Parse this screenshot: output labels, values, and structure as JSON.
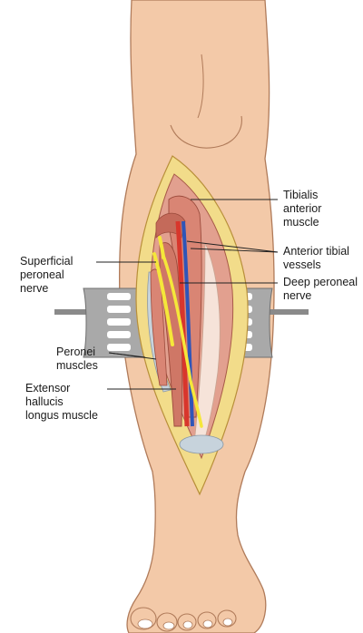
{
  "labels": {
    "tibialis_anterior": "Tibialis\nanterior\nmuscle",
    "anterior_tibial_vessels": "Anterior tibial\nvessels",
    "deep_peroneal_nerve": "Deep peroneal\nnerve",
    "superficial_peroneal_nerve": "Superficial\nperoneal\nnerve",
    "peronei_muscles": "Peronei\nmuscles",
    "extensor_hallucis_longus": "Extensor\nhallucis\nlongus muscle"
  },
  "colors": {
    "skin": "#f3c9a8",
    "skin_outline": "#b07b5a",
    "fat": "#f2dc8a",
    "muscle": "#d98574",
    "artery": "#d8362c",
    "vein": "#2f55b8",
    "nerve": "#f5e73a",
    "retractor": "#a9a9a9",
    "bone_sheath": "#c7d3dc"
  }
}
